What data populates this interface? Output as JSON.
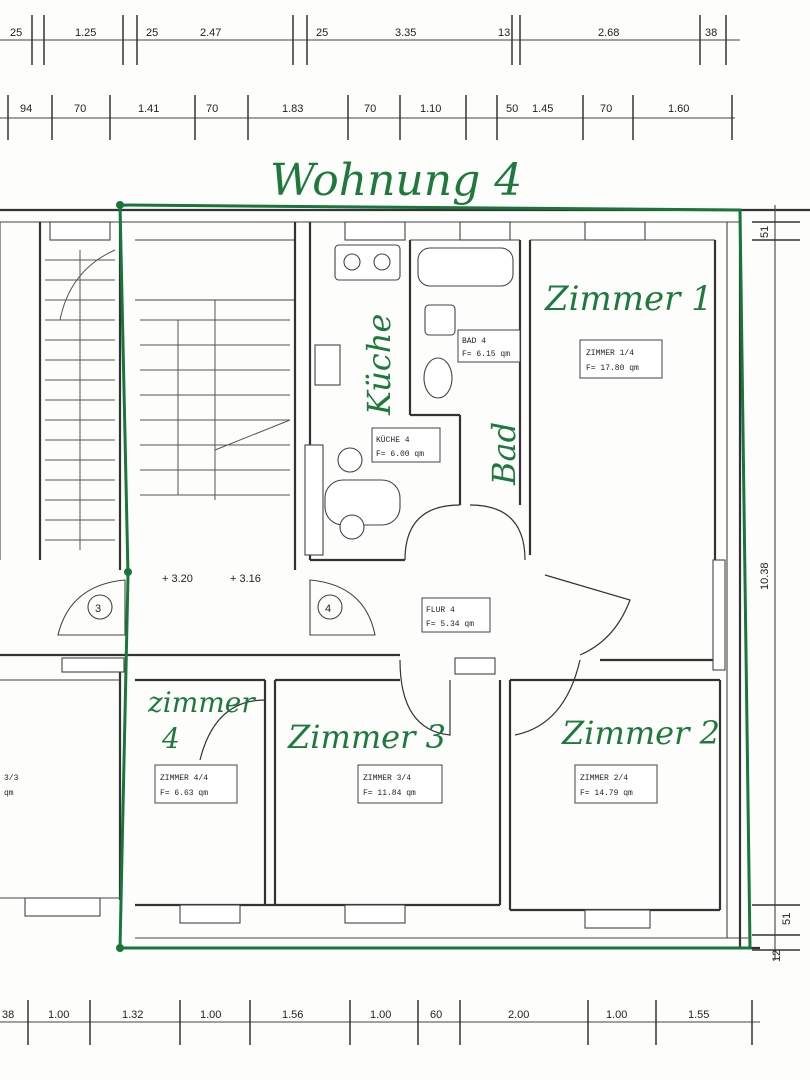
{
  "title": "Wohnung 4",
  "dims_top_1": [
    "25",
    "1.25",
    "25",
    "2.47",
    "25",
    "3.35",
    "13",
    "2.68",
    "38"
  ],
  "dims_top_2": [
    "94",
    "70",
    "1.41",
    "70",
    "1.83",
    "70",
    "1.10",
    "50",
    "1.45",
    "70",
    "1.60"
  ],
  "dims_bottom": [
    "38",
    "1.00",
    "1.32",
    "1.00",
    "1.56",
    "1.00",
    "60",
    "2.00",
    "1.00",
    "1.55"
  ],
  "dims_right": [
    "51",
    "10.38",
    "51",
    "12"
  ],
  "handwritten": {
    "zimmer1": "Zimmer 1",
    "kueche": "Küche",
    "bad": "Bad",
    "zimmer4a": "zimmer",
    "zimmer4b": "4",
    "zimmer3": "Zimmer 3",
    "zimmer2": "Zimmer 2"
  },
  "room_labels": {
    "zimmer1": [
      "ZIMMER 1/4",
      "F= 17.80 qm"
    ],
    "bad": [
      "BAD 4",
      "F= 6.15 qm"
    ],
    "kueche": [
      "KÜCHE 4",
      "F= 6.00 qm"
    ],
    "flur": [
      "FLUR 4",
      "F= 5.34 qm"
    ],
    "zimmer4": [
      "ZIMMER 4/4",
      "F= 6.63 qm"
    ],
    "zimmer3": [
      "ZIMMER 3/4",
      "F= 11.84 qm"
    ],
    "zimmer2": [
      "ZIMMER 2/4",
      "F= 14.79 qm"
    ],
    "neighbor": [
      "3/3",
      "qm"
    ]
  },
  "stair": {
    "marker_3": "3",
    "marker_4": "4",
    "level_a": "+ 3.20",
    "level_b": "+ 3.16"
  },
  "colors": {
    "annotation": "#1e7a3c",
    "lines": "#333333"
  }
}
